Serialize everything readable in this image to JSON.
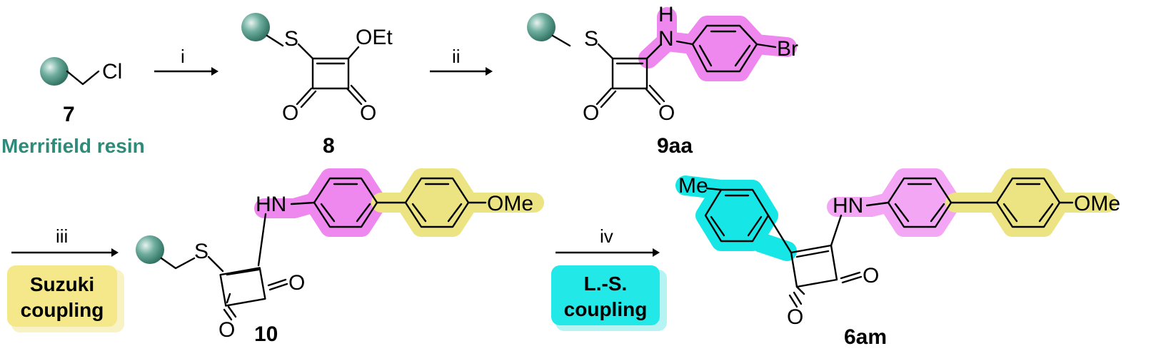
{
  "compounds": {
    "c7": {
      "label": "7",
      "name": "Merrifield resin"
    },
    "c8": {
      "label": "8"
    },
    "c9aa": {
      "label": "9aa"
    },
    "c10": {
      "label": "10"
    },
    "c6am": {
      "label": "6am"
    }
  },
  "atoms": {
    "cl": "Cl",
    "s": "S",
    "oet": "OEt",
    "o": "O",
    "n": "N",
    "h": "H",
    "br": "Br",
    "hn": "HN",
    "ome": "OMe",
    "me": "Me"
  },
  "steps": {
    "i": "i",
    "ii": "ii",
    "iii": "iii",
    "iv": "iv"
  },
  "boxes": {
    "suzuki": {
      "line1": "Suzuki",
      "line2": "coupling"
    },
    "ls": {
      "line1": "L.-S.",
      "line2": "coupling"
    }
  },
  "colors": {
    "resin_bead": "#3f8c7c",
    "resin_text": "#2e8b7a",
    "magenta_highlight": "#ee88ee",
    "magenta_highlight_light": "#f3a6f3",
    "yellow_highlight": "#ece483",
    "cyan_highlight": "#17e6e6",
    "suzuki_box": "#f4e88a",
    "ls_box": "#22e8e8"
  }
}
